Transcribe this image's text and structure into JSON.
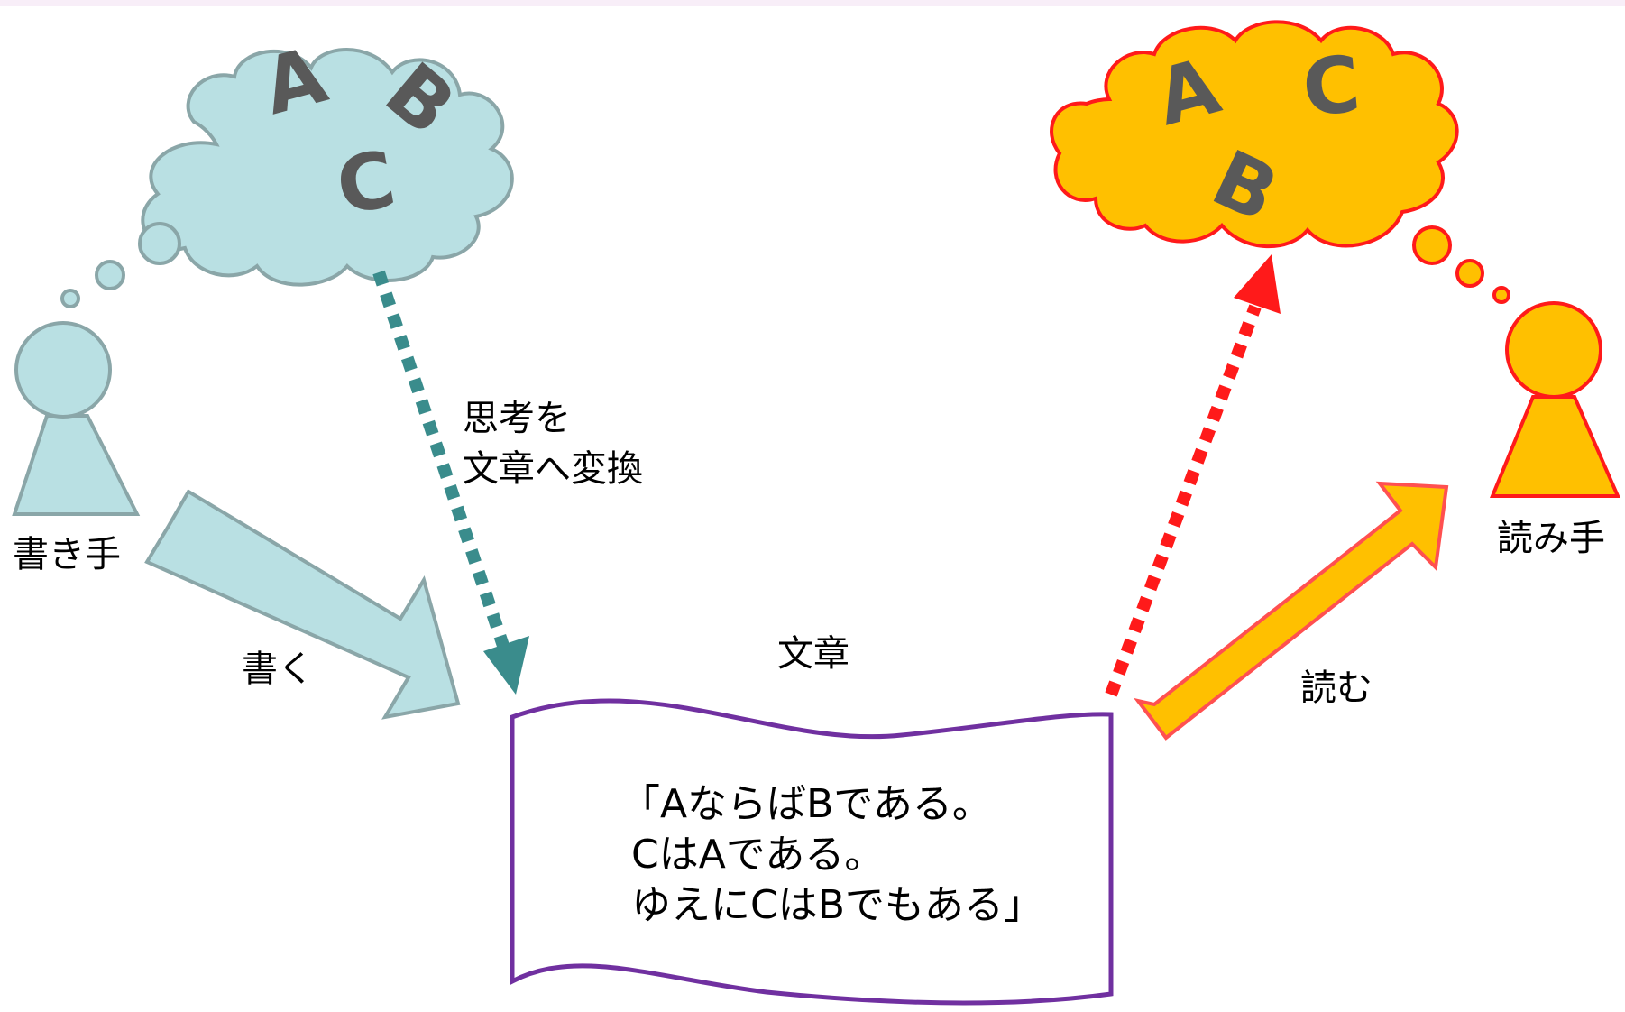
{
  "colors": {
    "writer_fill": "#b9e0e3",
    "writer_stroke": "#8aa6a8",
    "reader_fill": "#ffc000",
    "reader_stroke": "#ff1a1a",
    "teal_dots": "#3a8c8c",
    "red_dots": "#ff1a1a",
    "doc_stroke": "#7030a0",
    "letter": "#595959"
  },
  "writer": {
    "label": "書き手",
    "thought_letters": [
      "A",
      "B",
      "C"
    ],
    "action_label": "書く"
  },
  "reader": {
    "label": "読み手",
    "thought_letters": [
      "A",
      "C",
      "B"
    ],
    "action_label": "読む"
  },
  "conversion_label": [
    "思考を",
    "文章へ変換"
  ],
  "document": {
    "title": "文章",
    "lines": [
      "「AならばBである。",
      "CはAである。",
      "ゆえにCはBでもある」"
    ]
  }
}
